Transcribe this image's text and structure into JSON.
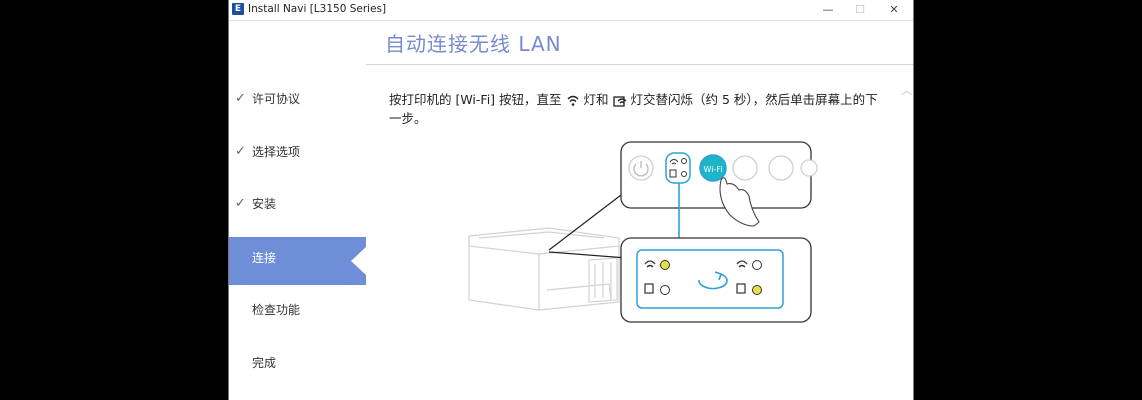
{
  "window": {
    "app_icon": "E",
    "title": "Install Navi [L3150 Series]",
    "minimize_glyph": "—",
    "maximize_glyph": "☐",
    "close_glyph": "✕"
  },
  "sidebar": {
    "items": [
      {
        "label": "许可协议",
        "done": true,
        "check": "✓"
      },
      {
        "label": "选择选项",
        "done": true,
        "check": "✓"
      },
      {
        "label": "安装",
        "done": true,
        "check": "✓"
      },
      {
        "label": "连接",
        "active": true
      },
      {
        "label": "检查功能"
      },
      {
        "label": "完成"
      }
    ],
    "active_color": "#6e8fd8"
  },
  "main": {
    "title": "自动连接无线 LAN",
    "instruction_part1": "按打印机的 [Wi-Fi] 按钮，直至",
    "instruction_part2": "灯和",
    "instruction_part3": "灯交替闪烁（约 5 秒），然后单击屏幕上的下一步。",
    "button_label": "Wi-Fi",
    "scroll_up_glyph": "︿"
  },
  "colors": {
    "title": "#7a8ad0",
    "highlight": "#2ea0d6",
    "button_fill": "#1fb5c9",
    "led_on": "#e8e04a"
  }
}
